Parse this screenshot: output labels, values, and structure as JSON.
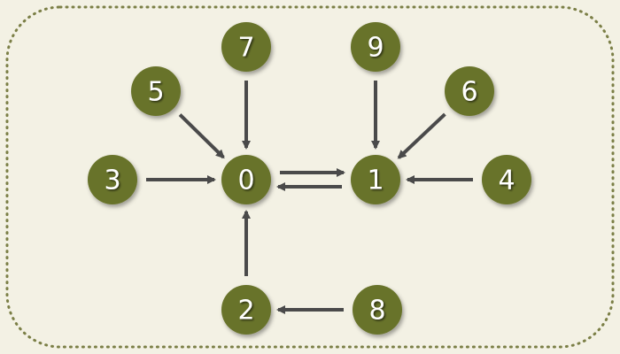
{
  "colors": {
    "background": "#f3f1e4",
    "border": "#7b7f46",
    "node_fill": "#68732a",
    "node_text": "#ffffff",
    "edge": "#4a4a4a"
  },
  "nodes": [
    {
      "id": "n0",
      "label": "0"
    },
    {
      "id": "n1",
      "label": "1"
    },
    {
      "id": "n2",
      "label": "2"
    },
    {
      "id": "n3",
      "label": "3"
    },
    {
      "id": "n4",
      "label": "4"
    },
    {
      "id": "n5",
      "label": "5"
    },
    {
      "id": "n6",
      "label": "6"
    },
    {
      "id": "n7",
      "label": "7"
    },
    {
      "id": "n8",
      "label": "8"
    },
    {
      "id": "n9",
      "label": "9"
    }
  ],
  "edges": [
    {
      "from": "n3",
      "to": "n0"
    },
    {
      "from": "n5",
      "to": "n0"
    },
    {
      "from": "n7",
      "to": "n0"
    },
    {
      "from": "n2",
      "to": "n0"
    },
    {
      "from": "n0",
      "to": "n1"
    },
    {
      "from": "n1",
      "to": "n0"
    },
    {
      "from": "n9",
      "to": "n1"
    },
    {
      "from": "n6",
      "to": "n1"
    },
    {
      "from": "n4",
      "to": "n1"
    },
    {
      "from": "n8",
      "to": "n2"
    }
  ]
}
